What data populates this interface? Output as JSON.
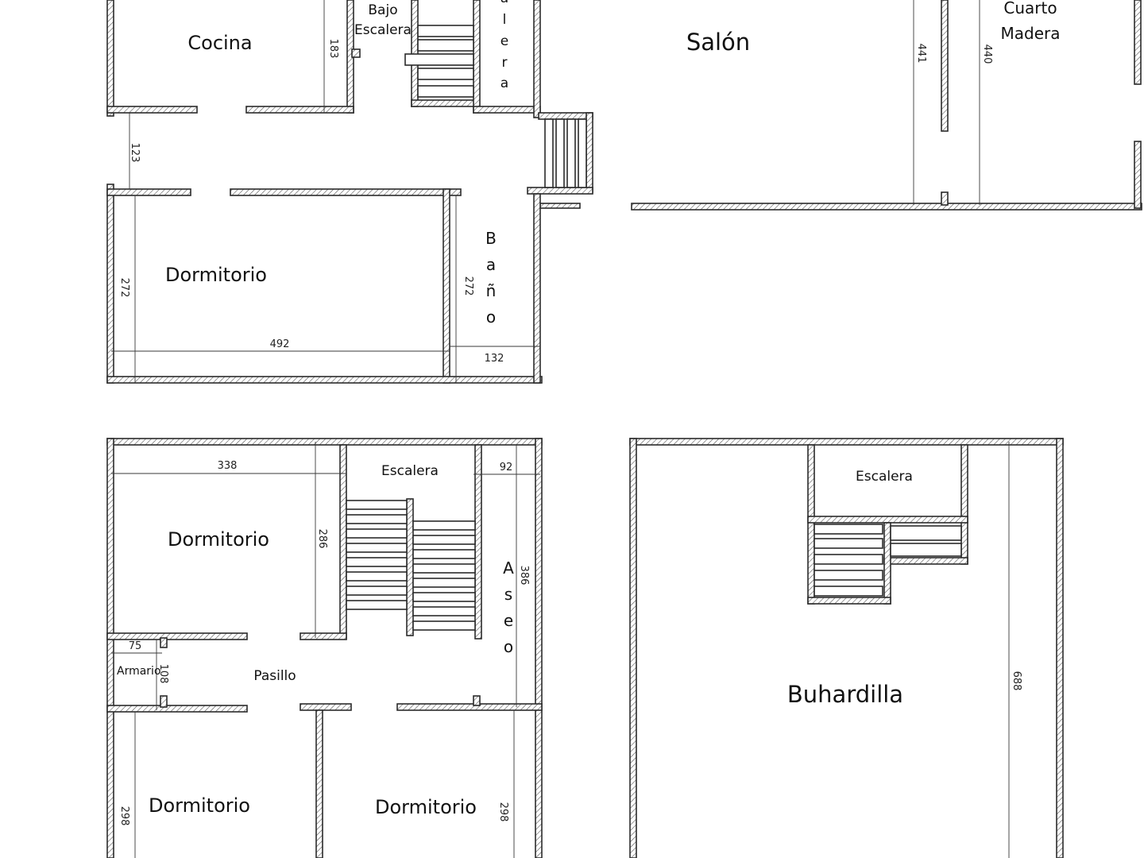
{
  "rooms": {
    "cocina": "Cocina",
    "bajo_escalera_1": "Bajo",
    "bajo_escalera_2": "Escalera",
    "escalera_vertical": [
      "a",
      "l",
      "e",
      "r",
      "a"
    ],
    "salon": "Salón",
    "cuarto_madera_1": "Cuarto",
    "cuarto_madera_2": "Madera",
    "dormitorio_ground": "Dormitorio",
    "bano": [
      "B",
      "a",
      "ñ",
      "o"
    ],
    "dormitorio_tl": "Dormitorio",
    "escalera_first": "Escalera",
    "aseo": [
      "A",
      "s",
      "e",
      "o"
    ],
    "armario": "Armario",
    "pasillo": "Pasillo",
    "dormitorio_bl": "Dormitorio",
    "dormitorio_bm": "Dormitorio",
    "escalera_attic": "Escalera",
    "buhardilla": "Buhardilla"
  },
  "dimensions": {
    "cocina_h": "183",
    "pasillo_w": "123",
    "dorm_ground_h": "272",
    "dorm_ground_w": "492",
    "bano_h": "272",
    "bano_w": "132",
    "salon_a": "441",
    "salon_b": "440",
    "dorm_tl_w": "338",
    "dorm_tl_h": "286",
    "aseo_w": "92",
    "aseo_h": "386",
    "armario_w": "75",
    "armario_h": "108",
    "dorm_bl_h": "298",
    "dorm_bm_h": "298",
    "buhardilla_h": "688"
  }
}
